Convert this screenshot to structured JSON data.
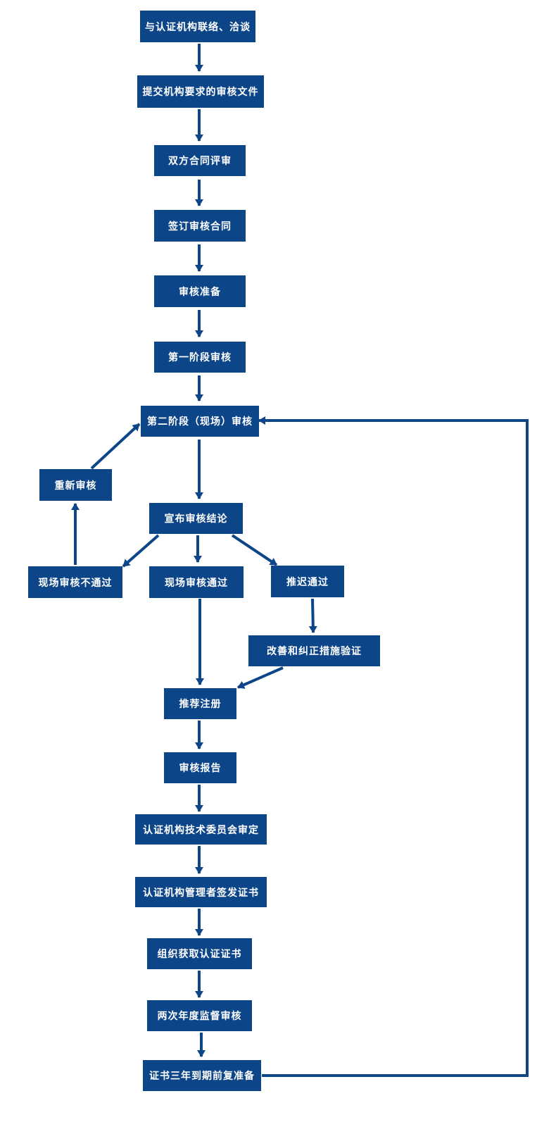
{
  "diagram": {
    "colors": {
      "box_fill": "#0d4589",
      "box_text": "#ffffff",
      "arrow": "#0d4589",
      "background": "#ffffff"
    },
    "nodes": {
      "contact": "与认证机构联络、洽谈",
      "submit_docs": "提交机构要求的审核文件",
      "contract_review": "双方合同评审",
      "sign_contract": "签订审核合同",
      "audit_prep": "审核准备",
      "stage1": "第一阶段审核",
      "stage2": "第二阶段（现场）审核",
      "reaudit": "重新审核",
      "announce": "宣布审核结论",
      "onsite_fail": "现场审核不通过",
      "onsite_pass": "现场审核通过",
      "delayed_pass": "推迟通过",
      "corrective": "改善和纠正措施验证",
      "recommend": "推荐注册",
      "report": "审核报告",
      "committee": "认证机构技术委员会审定",
      "issue_cert": "认证机构管理者签发证书",
      "obtain_cert": "组织获取认证证书",
      "surveillance": "两次年度监督审核",
      "renewal": "证书三年到期前复准备"
    },
    "edges": [
      [
        "contact",
        "submit_docs"
      ],
      [
        "submit_docs",
        "contract_review"
      ],
      [
        "contract_review",
        "sign_contract"
      ],
      [
        "sign_contract",
        "audit_prep"
      ],
      [
        "audit_prep",
        "stage1"
      ],
      [
        "stage1",
        "stage2"
      ],
      [
        "stage2",
        "announce"
      ],
      [
        "announce",
        "onsite_fail"
      ],
      [
        "announce",
        "onsite_pass"
      ],
      [
        "announce",
        "delayed_pass"
      ],
      [
        "onsite_fail",
        "reaudit"
      ],
      [
        "reaudit",
        "stage2"
      ],
      [
        "delayed_pass",
        "corrective"
      ],
      [
        "corrective",
        "recommend"
      ],
      [
        "onsite_pass",
        "recommend"
      ],
      [
        "recommend",
        "report"
      ],
      [
        "report",
        "committee"
      ],
      [
        "committee",
        "issue_cert"
      ],
      [
        "issue_cert",
        "obtain_cert"
      ],
      [
        "obtain_cert",
        "surveillance"
      ],
      [
        "surveillance",
        "renewal"
      ],
      [
        "renewal",
        "stage2"
      ]
    ]
  }
}
